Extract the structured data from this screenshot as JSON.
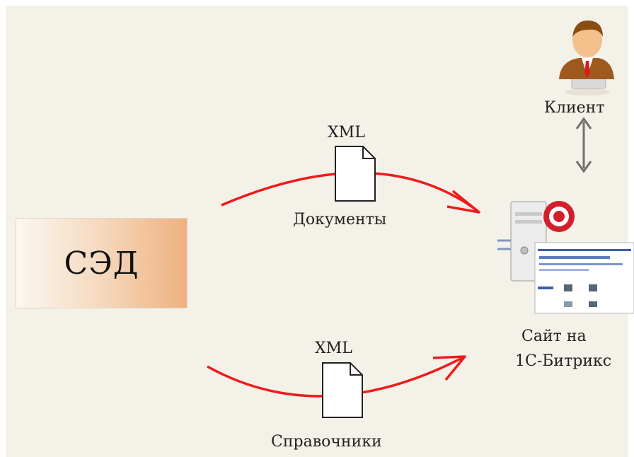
{
  "sed": {
    "label": "СЭД"
  },
  "flows": [
    {
      "file_label": "XML",
      "caption": "Документы"
    },
    {
      "file_label": "XML",
      "caption": "Справочники"
    }
  ],
  "client": {
    "label": "Клиент",
    "icon": "user-avatar-icon"
  },
  "site": {
    "label_line1": "Сайт на",
    "label_line2": "1С-Битрикс",
    "icon": "bitrix-server-icon"
  },
  "colors": {
    "arrow": "#ee1b1b",
    "background": "#f4f1e8",
    "link_arrow": "#707070"
  }
}
